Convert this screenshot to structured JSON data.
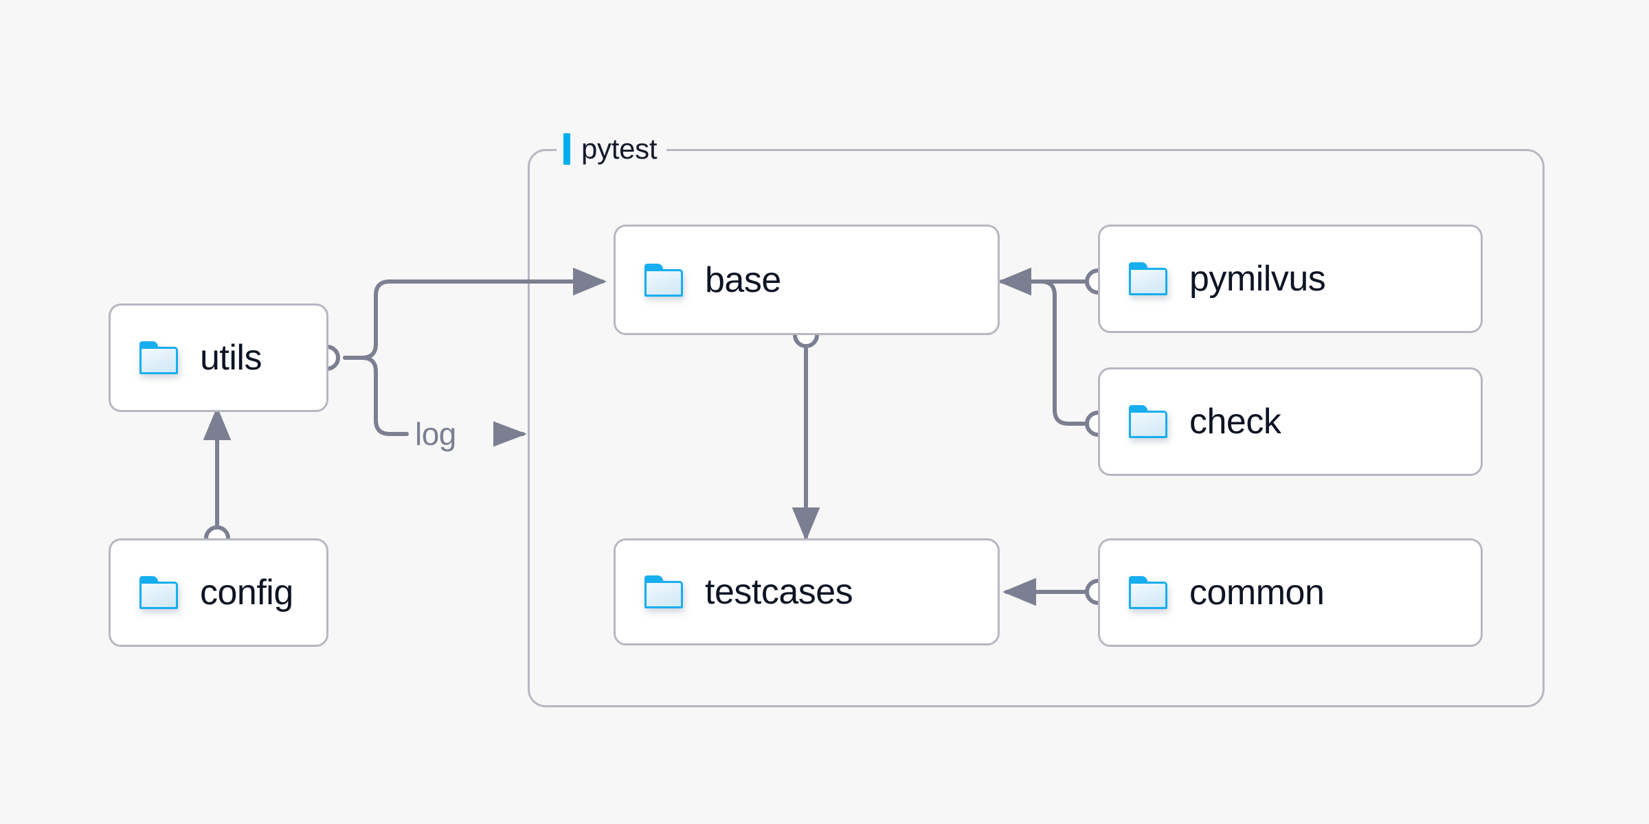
{
  "diagram": {
    "title_group": {
      "label": "pytest",
      "accent_color": "#00AEEF"
    },
    "background_color": "#f7f7f8",
    "node_border_color": "#b7b7c2",
    "edge_color": "#7b7f91",
    "folder_icon_color": "#16aeef",
    "nodes": [
      {
        "id": "utils",
        "label": "utils",
        "icon": "folder-icon",
        "in_group": false
      },
      {
        "id": "config",
        "label": "config",
        "icon": "folder-icon",
        "in_group": false
      },
      {
        "id": "base",
        "label": "base",
        "icon": "folder-icon",
        "in_group": true
      },
      {
        "id": "testcases",
        "label": "testcases",
        "icon": "folder-icon",
        "in_group": true
      },
      {
        "id": "pymilvus",
        "label": "pymilvus",
        "icon": "folder-icon",
        "in_group": true
      },
      {
        "id": "check",
        "label": "check",
        "icon": "folder-icon",
        "in_group": true
      },
      {
        "id": "common",
        "label": "common",
        "icon": "folder-icon",
        "in_group": true
      }
    ],
    "edges": [
      {
        "from": "config",
        "to": "utils",
        "label": ""
      },
      {
        "from": "utils",
        "to": "base",
        "label": ""
      },
      {
        "from": "utils",
        "to": "log",
        "label": "log"
      },
      {
        "from": "base",
        "to": "testcases",
        "label": ""
      },
      {
        "from": "pymilvus",
        "to": "base",
        "label": ""
      },
      {
        "from": "check",
        "to": "base",
        "label": ""
      },
      {
        "from": "common",
        "to": "testcases",
        "label": ""
      }
    ],
    "edge_labels": {
      "log": "log"
    }
  }
}
